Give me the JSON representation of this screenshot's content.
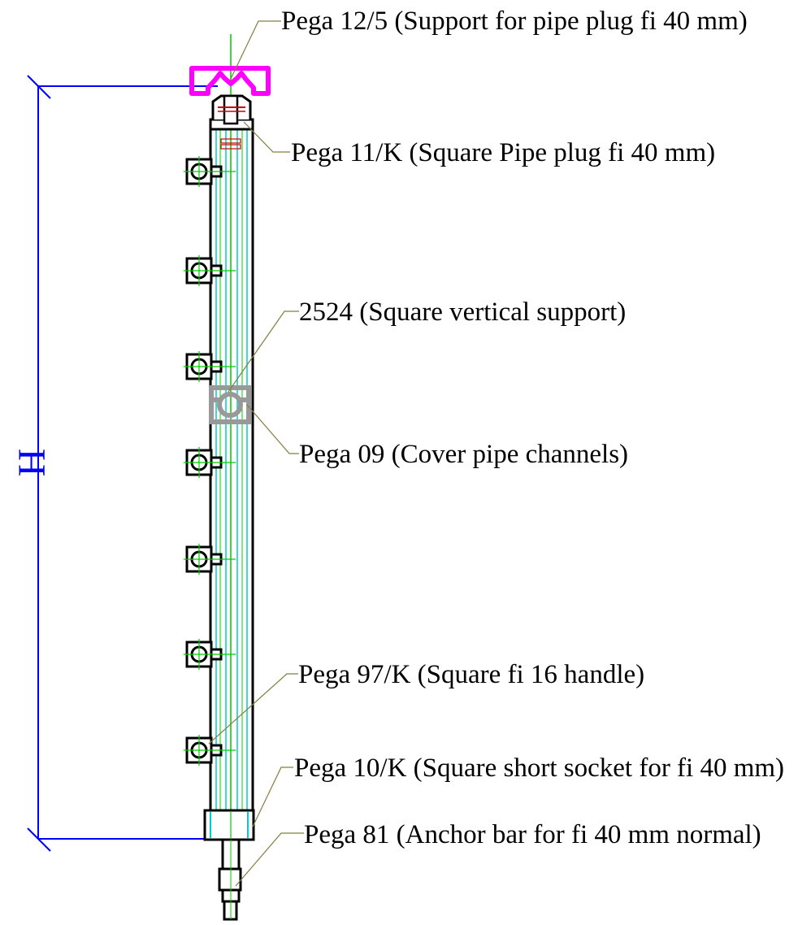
{
  "diagram": {
    "dimension_label": "H",
    "labels": [
      {
        "id": "support-pipe-plug",
        "text": "Pega 12/5 (Support for pipe plug fi 40 mm)"
      },
      {
        "id": "square-pipe-plug",
        "text": "Pega 11/K (Square Pipe plug fi 40 mm)"
      },
      {
        "id": "vertical-support",
        "text": "2524 (Square vertical support)"
      },
      {
        "id": "cover-pipe-channels",
        "text": "Pega 09 (Cover pipe channels)"
      },
      {
        "id": "square-handle",
        "text": "Pega 97/K (Square fi 16 handle)"
      },
      {
        "id": "short-socket",
        "text": "Pega 10/K (Square short socket for fi 40 mm)"
      },
      {
        "id": "anchor-bar",
        "text": "Pega 81 (Anchor bar for fi 40 mm normal)"
      }
    ],
    "colors": {
      "outline": "#000000",
      "dimension": "#0000ff",
      "leader": "#808040",
      "centerline": "#00cc00",
      "inner_pipe": "#00cccc",
      "plug_support": "#ff00ff",
      "cover": "#999999",
      "detail": "#cc0000"
    }
  }
}
